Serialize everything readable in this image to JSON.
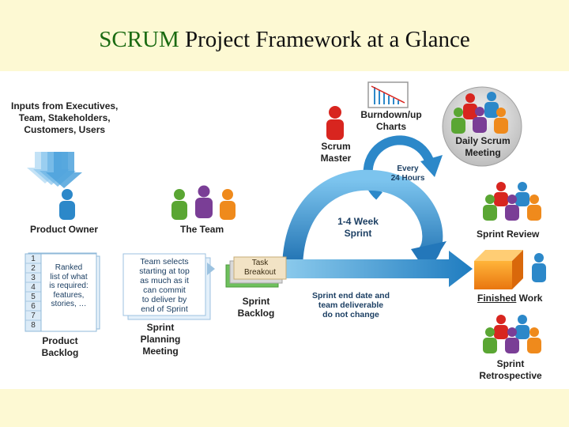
{
  "title": {
    "accent": "SCRUM",
    "rest": " Project Framework at a Glance"
  },
  "inputs": {
    "line1": "Inputs from Executives,",
    "line2": "Team, Stakeholders,",
    "line3": "Customers, Users"
  },
  "product_owner": "Product Owner",
  "the_team": "The Team",
  "scrum_master": {
    "line1": "Scrum",
    "line2": "Master"
  },
  "burndown": {
    "line1": "Burndown/up",
    "line2": "Charts"
  },
  "daily_scrum": {
    "line1": "Daily Scrum",
    "line2": "Meeting"
  },
  "every_24": {
    "line1": "Every",
    "line2": "24 Hours"
  },
  "sprint_loop": {
    "line1": "1-4 Week",
    "line2": "Sprint"
  },
  "sprint_review": "Sprint Review",
  "task_breakout": {
    "line1": "Task",
    "line2": "Breakout"
  },
  "sprint_backlog": {
    "line1": "Sprint",
    "line2": "Backlog"
  },
  "sprint_end": {
    "line1": "Sprint end date and",
    "line2": "team deliverable",
    "line3": "do not change"
  },
  "finished_work": {
    "part1": "Finished",
    "part2": " Work"
  },
  "backlog_numbers": [
    "1",
    "2",
    "3",
    "4",
    "5",
    "6",
    "7",
    "8"
  ],
  "ranked_list": {
    "line1": "Ranked",
    "line2": "list of what",
    "line3": "is required:",
    "line4": "features,",
    "line5": "stories, …"
  },
  "product_backlog": {
    "line1": "Product",
    "line2": "Backlog"
  },
  "team_selects": {
    "line1": "Team selects",
    "line2": "starting at top",
    "line3": "as much as it",
    "line4": "can commit",
    "line5": "to deliver by",
    "line6": "end of Sprint"
  },
  "sprint_planning": {
    "line1": "Sprint",
    "line2": "Planning",
    "line3": "Meeting"
  },
  "sprint_retro": {
    "line1": "Sprint",
    "line2": "Retrospective"
  },
  "colors": {
    "blue": "#2c88c9",
    "red": "#d8251f",
    "green": "#5aa633",
    "purple": "#7a3e96",
    "orange": "#ef8a1c",
    "title_accent": "#1b6b12"
  }
}
